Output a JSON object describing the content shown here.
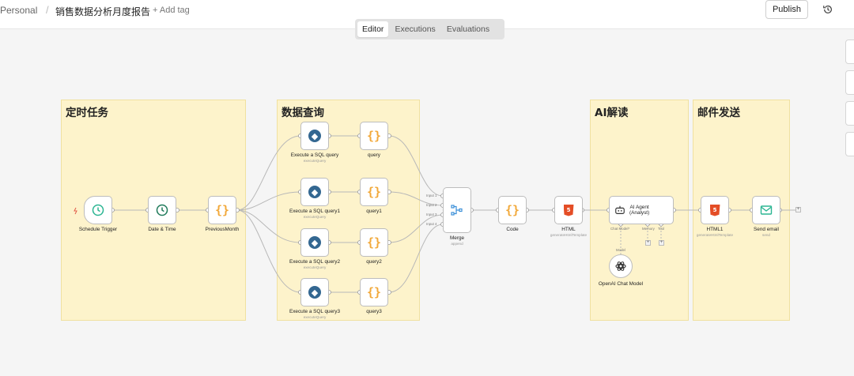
{
  "header": {
    "breadcrumb_personal": "Personal",
    "separator": "/",
    "workflow_title": "销售数据分析月度报告",
    "add_tag": "+ Add tag",
    "publish_label": "Publish"
  },
  "tabs": [
    {
      "label": "Editor",
      "active": true
    },
    {
      "label": "Executions",
      "active": false
    },
    {
      "label": "Evaluations",
      "active": false
    }
  ],
  "sticky_notes": [
    {
      "title": "定时任务"
    },
    {
      "title": "数据查询"
    },
    {
      "title": "AI解读"
    },
    {
      "title": "邮件发送"
    }
  ],
  "nodes": {
    "schedule_trigger": {
      "label": "Schedule Trigger",
      "icon": "clock-icon"
    },
    "date_time": {
      "label": "Date & Time",
      "icon": "clock-icon"
    },
    "previous_month": {
      "label": "PreviousMonth",
      "icon": "braces-icon"
    },
    "sql_query": {
      "label": "Execute a SQL query",
      "sub": "executeQuery",
      "icon": "postgres-icon"
    },
    "sql_query1": {
      "label": "Execute a SQL query1",
      "sub": "executeQuery",
      "icon": "postgres-icon"
    },
    "sql_query2": {
      "label": "Execute a SQL query2",
      "sub": "executeQuery",
      "icon": "postgres-icon"
    },
    "sql_query3": {
      "label": "Execute a SQL query3",
      "sub": "executeQuery",
      "icon": "postgres-icon"
    },
    "query": {
      "label": "query",
      "icon": "braces-icon"
    },
    "query1": {
      "label": "query1",
      "icon": "braces-icon"
    },
    "query2": {
      "label": "query2",
      "icon": "braces-icon"
    },
    "query3": {
      "label": "query3",
      "icon": "braces-icon"
    },
    "merge": {
      "label": "Merge",
      "sub": "append",
      "icon": "merge-icon",
      "inputs": [
        "Input 1",
        "Input 2",
        "Input 3",
        "Input 4"
      ]
    },
    "code": {
      "label": "Code",
      "icon": "braces-icon"
    },
    "html": {
      "label": "HTML",
      "sub": "generateHtmlTemplate",
      "icon": "html5-icon"
    },
    "ai_agent": {
      "line1": "AI Agent",
      "line2": "(Analyst)",
      "icon": "robot-icon",
      "ports": [
        "Chat Model*",
        "Memory",
        "Tool"
      ]
    },
    "openai_model": {
      "label": "OpenAI Chat Model",
      "port": "Model",
      "icon": "openai-icon"
    },
    "html1": {
      "label": "HTML1",
      "sub": "generateHtmlTemplate",
      "icon": "html5-icon"
    },
    "send_email": {
      "label": "Send email",
      "sub": "send",
      "icon": "mail-icon"
    }
  },
  "colors": {
    "sticky_bg": "#fdf3cb",
    "connection": "#b8b8b8",
    "trigger_accent": "#2bb592",
    "braces": "#f2a93b"
  }
}
